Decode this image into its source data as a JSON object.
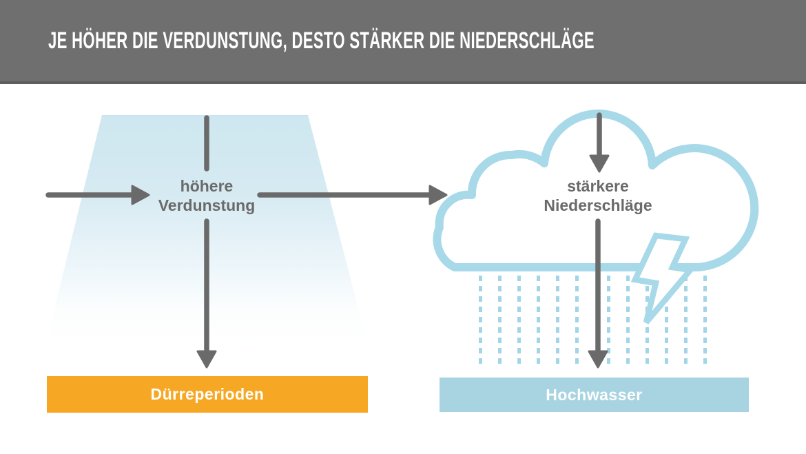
{
  "header": {
    "title": "JE HÖHER DIE VERDUNSTUNG, DESTO STÄRKER DIE NIEDERSCHLÄGE"
  },
  "diagram": {
    "evaporation": {
      "line1": "höhere",
      "line2": "Verdunstung"
    },
    "precipitation": {
      "line1": "stärkere",
      "line2": "Niederschläge"
    },
    "drought_bar": {
      "label": "Dürreperioden"
    },
    "flood_bar": {
      "label": "Hochwasser"
    }
  },
  "icons": {
    "cloud": "outlined-cloud",
    "lightning": "outlined-lightning-bolt",
    "rain": "dashed-rain-columns",
    "arrows": "gray-flow-arrows"
  },
  "colors": {
    "header_bg": "#6F6F6F",
    "header_border": "#5E5E5E",
    "arrow_gray": "#6A6A6A",
    "label_gray": "#6A6A6A",
    "trapezoid_blue_top": "#CEE7F0",
    "cloud_blue": "#A7D9E9",
    "rain_blue": "#A2D5E7",
    "drought_amber": "#F6A724",
    "flood_blue": "#A8D4E2",
    "text_white": "#FFFFFF"
  }
}
